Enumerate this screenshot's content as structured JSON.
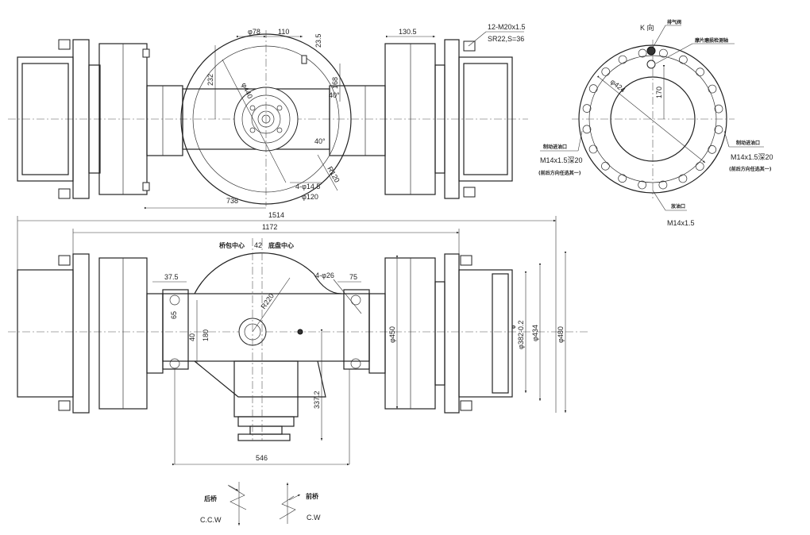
{
  "top_view": {
    "dims": {
      "d78": "φ78",
      "d110": "110",
      "d23_5": "23.5",
      "d130_5": "130.5",
      "bolt_spec": "12-M20x1.5",
      "sr": "SR22,S=36",
      "d232": "232",
      "d168": "168",
      "d440": "φ440",
      "a40a": "40°",
      "a40b": "40°",
      "r120": "R120",
      "holes": "4-φ14.5",
      "d120": "φ120",
      "d738": "738"
    }
  },
  "front_view": {
    "dims": {
      "d1514": "1514",
      "d1172": "1172",
      "axle_center": "桥包中心",
      "d42": "42",
      "chassis_center": "底盘中心",
      "d37_5": "37.5",
      "holes": "4-φ26",
      "d75": "75",
      "r220": "R220",
      "d65": "65",
      "d40": "40",
      "d180": "180",
      "d450": "φ450",
      "d382": "φ382-0.2",
      "d382_sup": "0",
      "d434": "φ434",
      "d480": "φ480",
      "d337_2": "337.2",
      "d546": "546"
    }
  },
  "k_view": {
    "title": "K 向",
    "vent": "排气阀",
    "wear_check": "摩片磨损检测轴",
    "d424": "φ424",
    "d170": "170",
    "left_inlet": "制动进油口",
    "left_inlet_spec": "M14x1.5深20",
    "left_inlet_note": "(前后方向任选其一)",
    "right_inlet": "制动进油口",
    "right_inlet_spec": "M14x1.5深20",
    "right_inlet_note": "(前后方向任选其一)",
    "drain": "放油口",
    "drain_spec": "M14x1.5"
  },
  "rotation": {
    "rear_axle": "后桥",
    "rear_dir": "C.C.W",
    "front_axle": "前桥",
    "front_dir": "C.W"
  }
}
